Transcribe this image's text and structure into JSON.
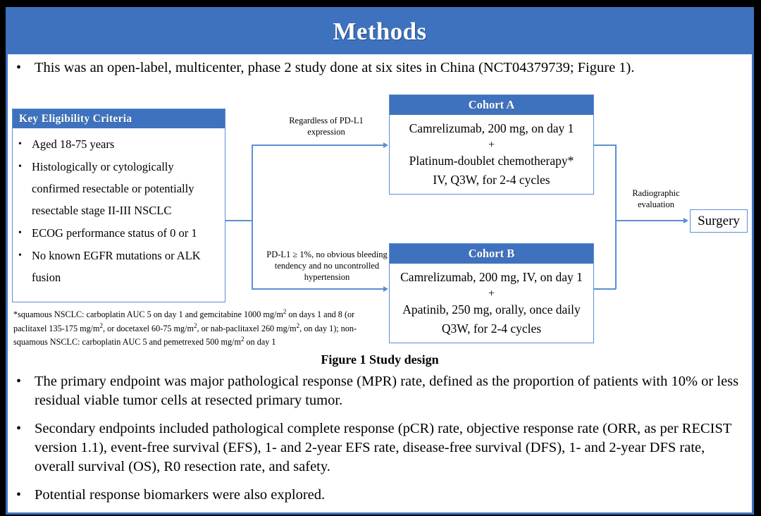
{
  "slide": {
    "title": "Methods",
    "accent_blue": "#3E72BE",
    "line_blue": "#5B8FD4",
    "outer_border": "#000000"
  },
  "lead_bullet": {
    "marker": "•",
    "text": "This was an open-label, multicenter, phase 2 study done at six sites in China (NCT04379739; Figure 1)."
  },
  "figure": {
    "caption": "Figure 1 Study design",
    "criteria": {
      "header": "Key  Eligibility Criteria",
      "marker": "•",
      "items": [
        "Aged 18-75 years",
        "Histologically or cytologically confirmed resectable or potentially resectable stage II-III  NSCLC",
        "ECOG performance status of 0 or 1",
        "No known EGFR mutations or ALK fusion"
      ]
    },
    "footnote": "*squamous NSCLC: carboplatin AUC 5 on day 1 and gemcitabine 1000 mg/m2 on days 1 and 8 (or paclitaxel 135-175 mg/m2, or docetaxel 60-75 mg/m2, or nab-paclitaxel 260 mg/m2, on day 1); non-squamous NSCLC: carboplatin AUC 5 and pemetrexed 500 mg/m2 on day 1",
    "cohort_a": {
      "header": "Cohort A",
      "line1": "Camrelizumab, 200 mg, on day 1",
      "plus": "+",
      "line2": "Platinum-doublet chemotherapy*",
      "line3": "IV, Q3W, for 2-4 cycles"
    },
    "cohort_b": {
      "header": "Cohort B",
      "line1": "Camrelizumab, 200 mg, IV, on day 1",
      "plus": "+",
      "line2": "Apatinib, 250 mg, orally, once daily",
      "line3": "Q3W, for 2-4 cycles"
    },
    "connector_labels": {
      "to_cohort_a": "Regardless of PD-L1 expression",
      "to_cohort_b": "PD-L1 ≥ 1%, no obvious bleeding tendency and no uncontrolled hypertension",
      "to_surgery": "Radiographic evaluation"
    },
    "surgery": {
      "label": "Surgery"
    }
  },
  "endpoints": {
    "marker": "•",
    "bullets": [
      "The primary endpoint was major pathological response (MPR) rate, defined as the proportion of patients with 10% or less residual viable tumor cells at resected primary tumor.",
      "Secondary endpoints included pathological complete response (pCR) rate, objective response rate (ORR, as per RECIST version 1.1), event-free survival (EFS), 1- and 2-year EFS rate, disease-free survival (DFS), 1- and 2-year DFS rate, overall survival (OS), R0 resection rate, and safety.",
      "Potential response biomarkers were also explored."
    ]
  }
}
